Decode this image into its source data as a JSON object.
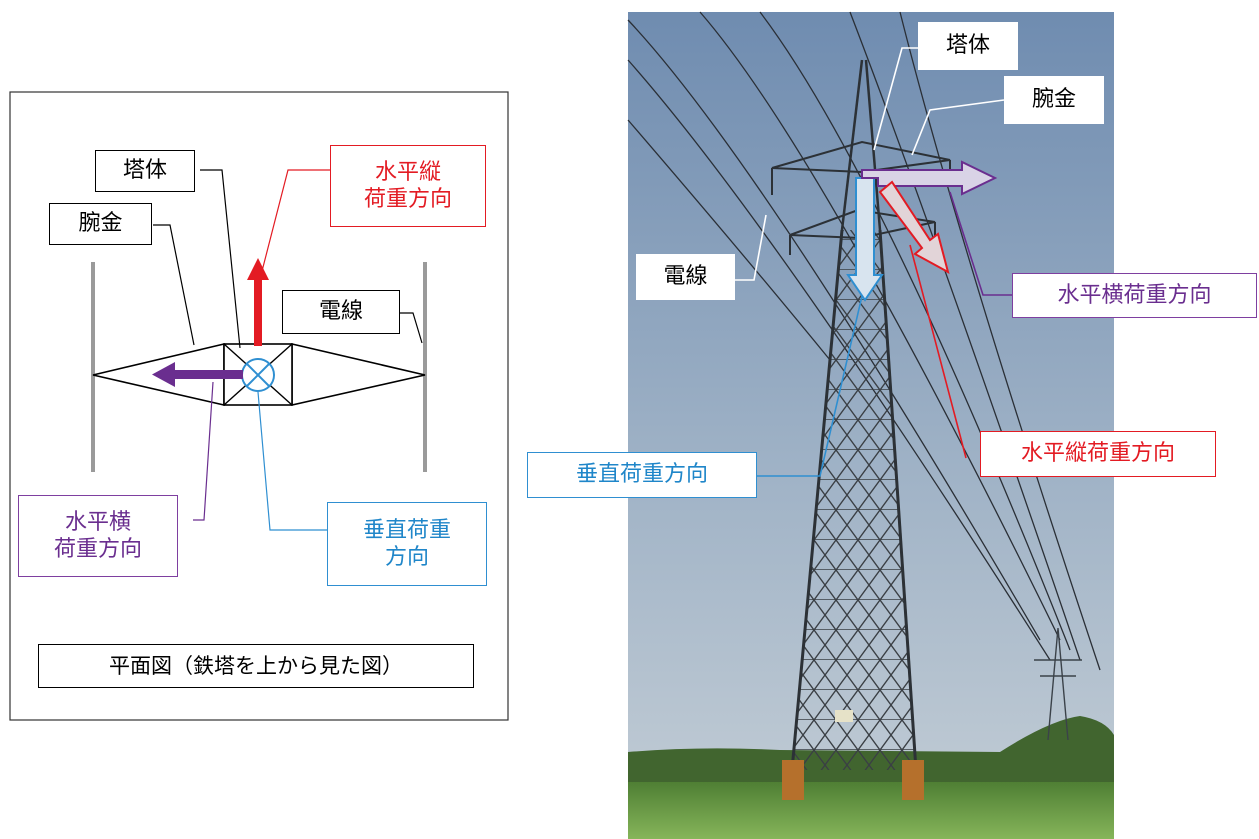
{
  "plan_view": {
    "tower_body": "塔体",
    "crossarm": "腕金",
    "wire": "電線",
    "longitudinal_load": "水平縦\n荷重方向",
    "transverse_load": "水平横\n荷重方向",
    "vertical_load": "垂直荷重\n方向",
    "caption": "平面図（鉄塔を上から見た図）"
  },
  "photo_view": {
    "tower_body": "塔体",
    "crossarm": "腕金",
    "wire": "電線",
    "transverse_load": "水平横荷重方向",
    "longitudinal_load": "水平縦荷重方向",
    "vertical_load": "垂直荷重方向"
  },
  "colors": {
    "longitudinal": "#e31b23",
    "transverse": "#6a2e8f",
    "vertical": "#2f8fd1",
    "sky_top": "#6f8cb0",
    "sky_bottom": "#bcc9d4",
    "ground": "#6fa04a"
  }
}
